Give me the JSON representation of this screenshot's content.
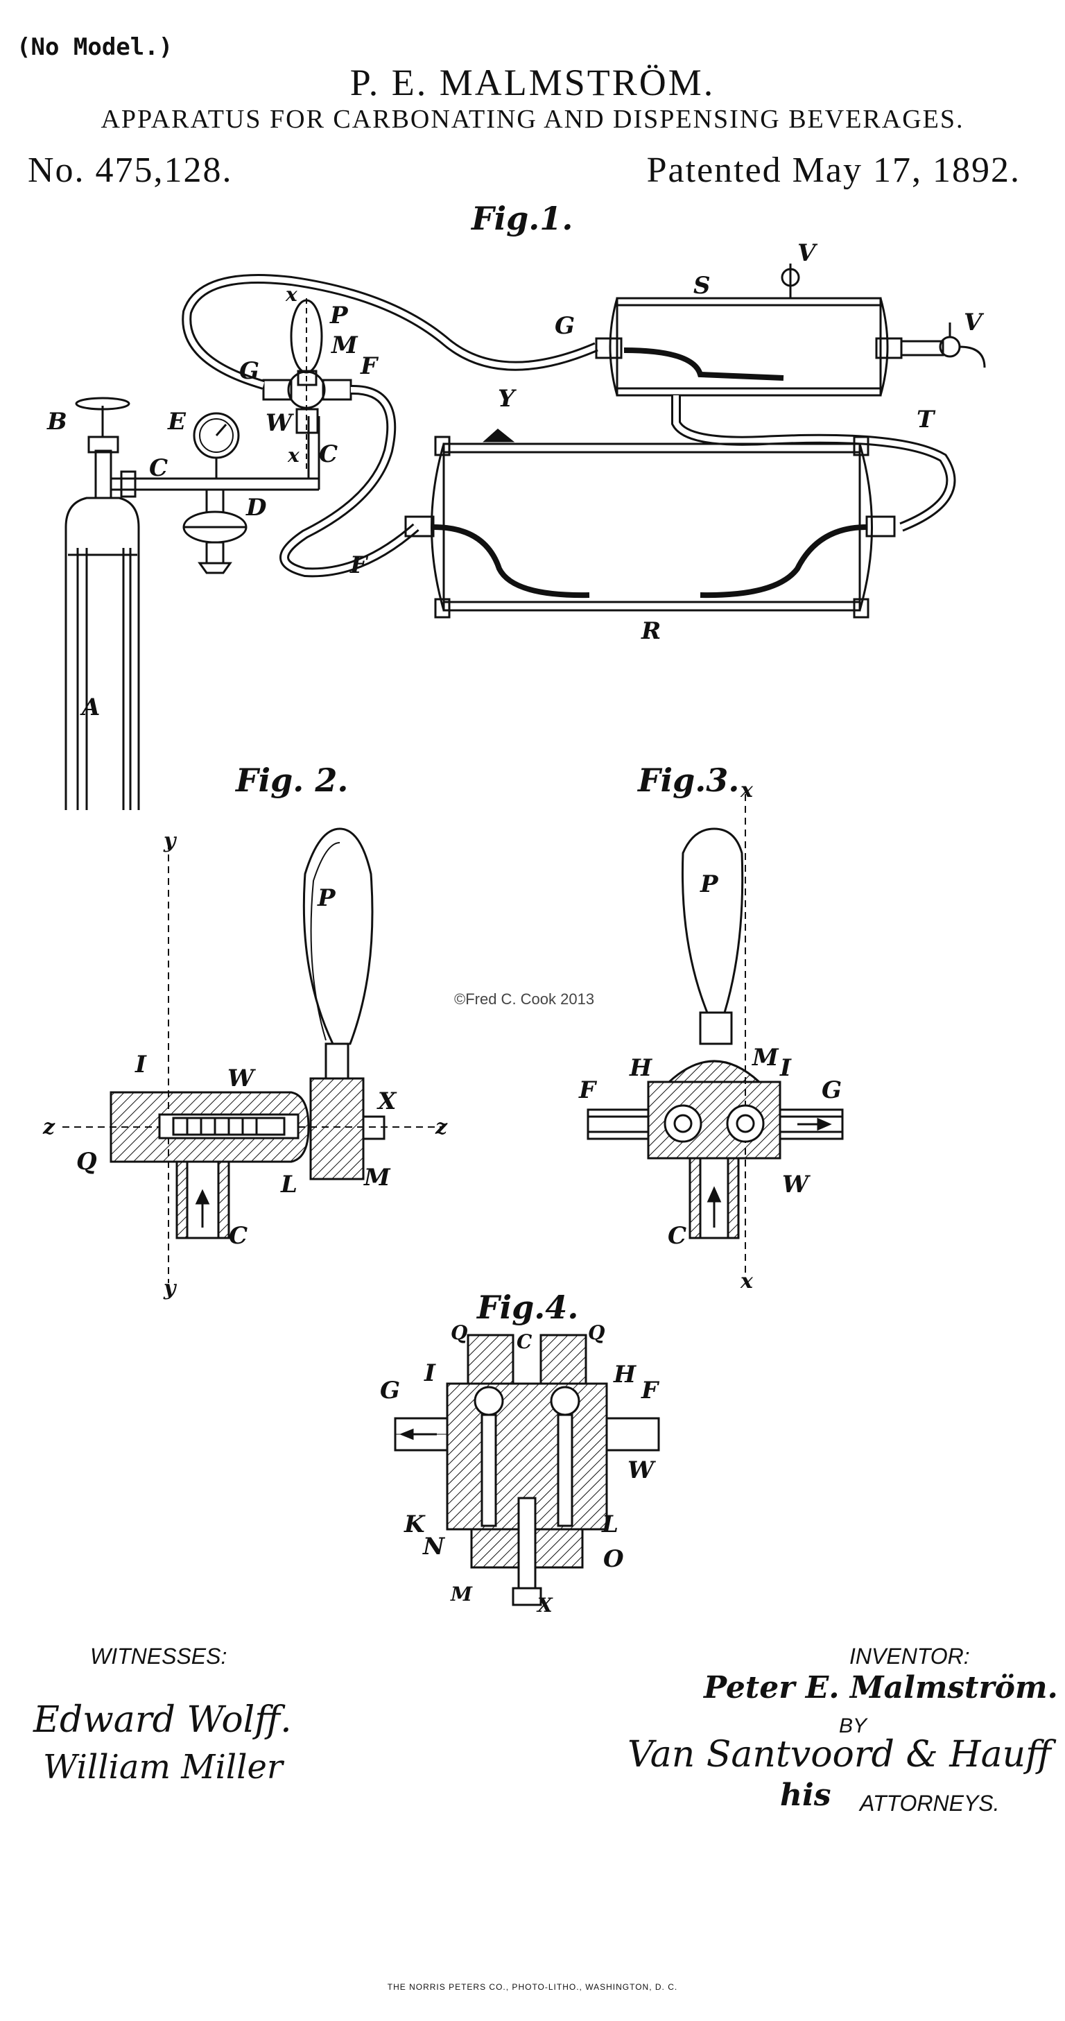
{
  "header": {
    "no_model": "(No Model.)",
    "inventor_name": "P. E. MALMSTRÖM.",
    "title": "APPARATUS FOR CARBONATING AND DISPENSING BEVERAGES.",
    "patent_number": "No. 475,128.",
    "patent_date": "Patented May 17, 1892."
  },
  "figures": {
    "fig1": "Fig.1.",
    "fig2": "Fig. 2.",
    "fig3": "Fig.3.",
    "fig4": "Fig.4."
  },
  "fig1_parts": {
    "A": "A",
    "B": "B",
    "C": "C",
    "C2": "C",
    "D": "D",
    "E": "E",
    "F": "F",
    "F2": "F",
    "G": "G",
    "G2": "G",
    "M": "M",
    "P": "P",
    "W": "W",
    "x": "x",
    "x2": "x",
    "S": "S",
    "V": "V",
    "V2": "V",
    "T": "T",
    "Y": "Y",
    "R": "R"
  },
  "fig2_parts": {
    "y": "y",
    "y2": "y",
    "P": "P",
    "I": "I",
    "W": "W",
    "z": "z",
    "z2": "z",
    "X": "X",
    "Q": "Q",
    "L": "L",
    "M": "M",
    "C": "C"
  },
  "fig3_parts": {
    "x": "x",
    "x2": "x",
    "P": "P",
    "M": "M",
    "H": "H",
    "I": "I",
    "F": "F",
    "G": "G",
    "W": "W",
    "C": "C"
  },
  "fig4_parts": {
    "Q": "Q",
    "Q2": "Q",
    "C": "C",
    "I": "I",
    "H": "H",
    "G": "G",
    "F": "F",
    "W": "W",
    "K": "K",
    "L": "L",
    "N": "N",
    "O": "O",
    "M": "M",
    "X": "X"
  },
  "watermark": "©Fred C. Cook 2013",
  "footer": {
    "witnesses_label": "WITNESSES:",
    "witness_1": "Edward Wolff.",
    "witness_2": "William Miller",
    "inventor_label": "INVENTOR:",
    "inventor_signature": "Peter E. Malmström.",
    "by_label": "BY",
    "attorney_signature": "Van Santvoord & Hauff",
    "his": "his",
    "attorneys_label": "ATTORNEYS.",
    "printer": "THE NORRIS PETERS CO., PHOTO-LITHO., WASHINGTON, D. C."
  }
}
